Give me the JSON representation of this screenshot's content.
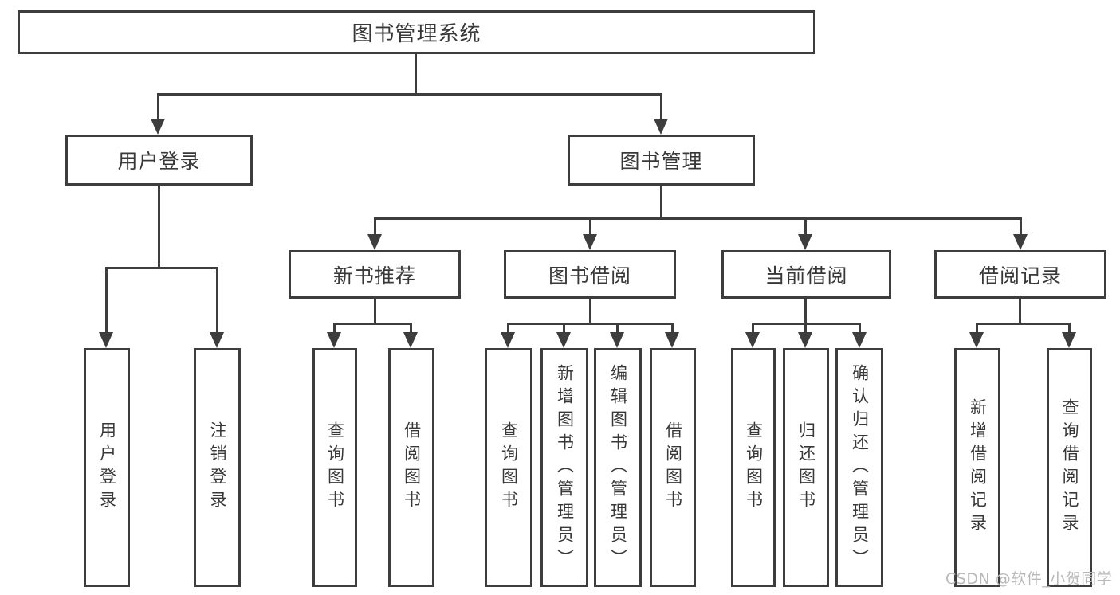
{
  "tree": {
    "root": {
      "label": "图书管理系统"
    },
    "children": [
      {
        "label": "用户登录",
        "children": [
          {
            "label": "用户登录"
          },
          {
            "label": "注销登录"
          }
        ]
      },
      {
        "label": "图书管理",
        "children": [
          {
            "label": "新书推荐",
            "children": [
              {
                "label": "查询图书"
              },
              {
                "label": "借阅图书"
              }
            ]
          },
          {
            "label": "图书借阅",
            "children": [
              {
                "label": "查询图书"
              },
              {
                "label": "新增图书（管理员）"
              },
              {
                "label": "编辑图书（管理员）"
              },
              {
                "label": "借阅图书"
              }
            ]
          },
          {
            "label": "当前借阅",
            "children": [
              {
                "label": "查询图书"
              },
              {
                "label": "归还图书"
              },
              {
                "label": "确认归还（管理员）"
              }
            ]
          },
          {
            "label": "借阅记录",
            "children": [
              {
                "label": "新增借阅记录"
              },
              {
                "label": "查询借阅记录"
              }
            ]
          }
        ]
      }
    ]
  },
  "watermark": "CSDN @软件_小贺同学",
  "colors": {
    "line": "#3d3d3d",
    "text": "#383838",
    "watermark": "#b9b9b9",
    "background": "#ffffff"
  }
}
